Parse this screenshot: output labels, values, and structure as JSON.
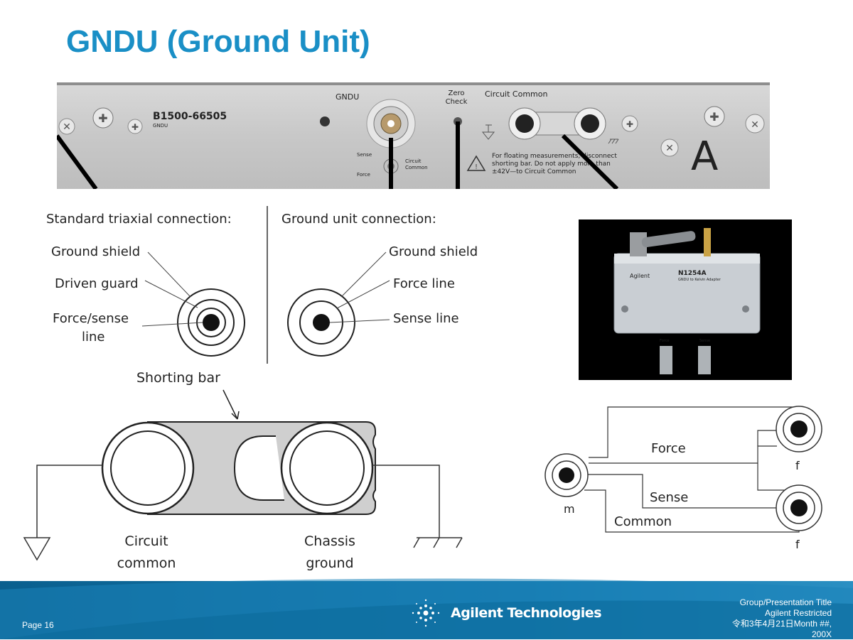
{
  "title": "GNDU (Ground Unit)",
  "panel_photo": {
    "labels": {
      "gndu": "GNDU",
      "zero_check": [
        "Zero",
        "Check"
      ],
      "circuit_common": "Circuit Common",
      "model": "B1500-66505",
      "model_sub": "GNDU",
      "sense": "Sense",
      "force": "Force",
      "circuit_common_small": [
        "Circuit",
        "Common"
      ],
      "warning": [
        "For floating measurements, disconnect",
        "shorting bar.  Do not apply more than",
        "±42V—to Circuit Common"
      ],
      "letter": "A"
    }
  },
  "triaxial": {
    "std_heading": "Standard triaxial connection:",
    "gnd_heading": "Ground unit connection:",
    "std_labels": [
      "Ground shield",
      "Driven guard",
      "Force/sense",
      "line"
    ],
    "gnd_labels": [
      "Ground shield",
      "Force line",
      "Sense line"
    ]
  },
  "adapter_photo": {
    "brand": "Agilent",
    "model": "N1254A",
    "model_sub": "GNDU to Kelvin Adapter",
    "ports": [
      "Force",
      "Sense"
    ]
  },
  "shorting": {
    "label": "Shorting bar",
    "left_label": [
      "Circuit",
      "common"
    ],
    "right_label": [
      "Chassis",
      "ground"
    ]
  },
  "kelvin": {
    "force": "Force",
    "sense": "Sense",
    "common": "Common",
    "m": "m",
    "f1": "f",
    "f2": "f"
  },
  "footer": {
    "page": "Page 16",
    "brand": "Agilent Technologies",
    "line1": "Group/Presentation Title",
    "line2": "Agilent Restricted",
    "line3": "令和3年4月21日Month ##,",
    "line4": "200X"
  },
  "colors": {
    "title": "#1a8fc6",
    "footer_dark": "#0a5f8e",
    "footer_light": "#2a8fc2"
  }
}
